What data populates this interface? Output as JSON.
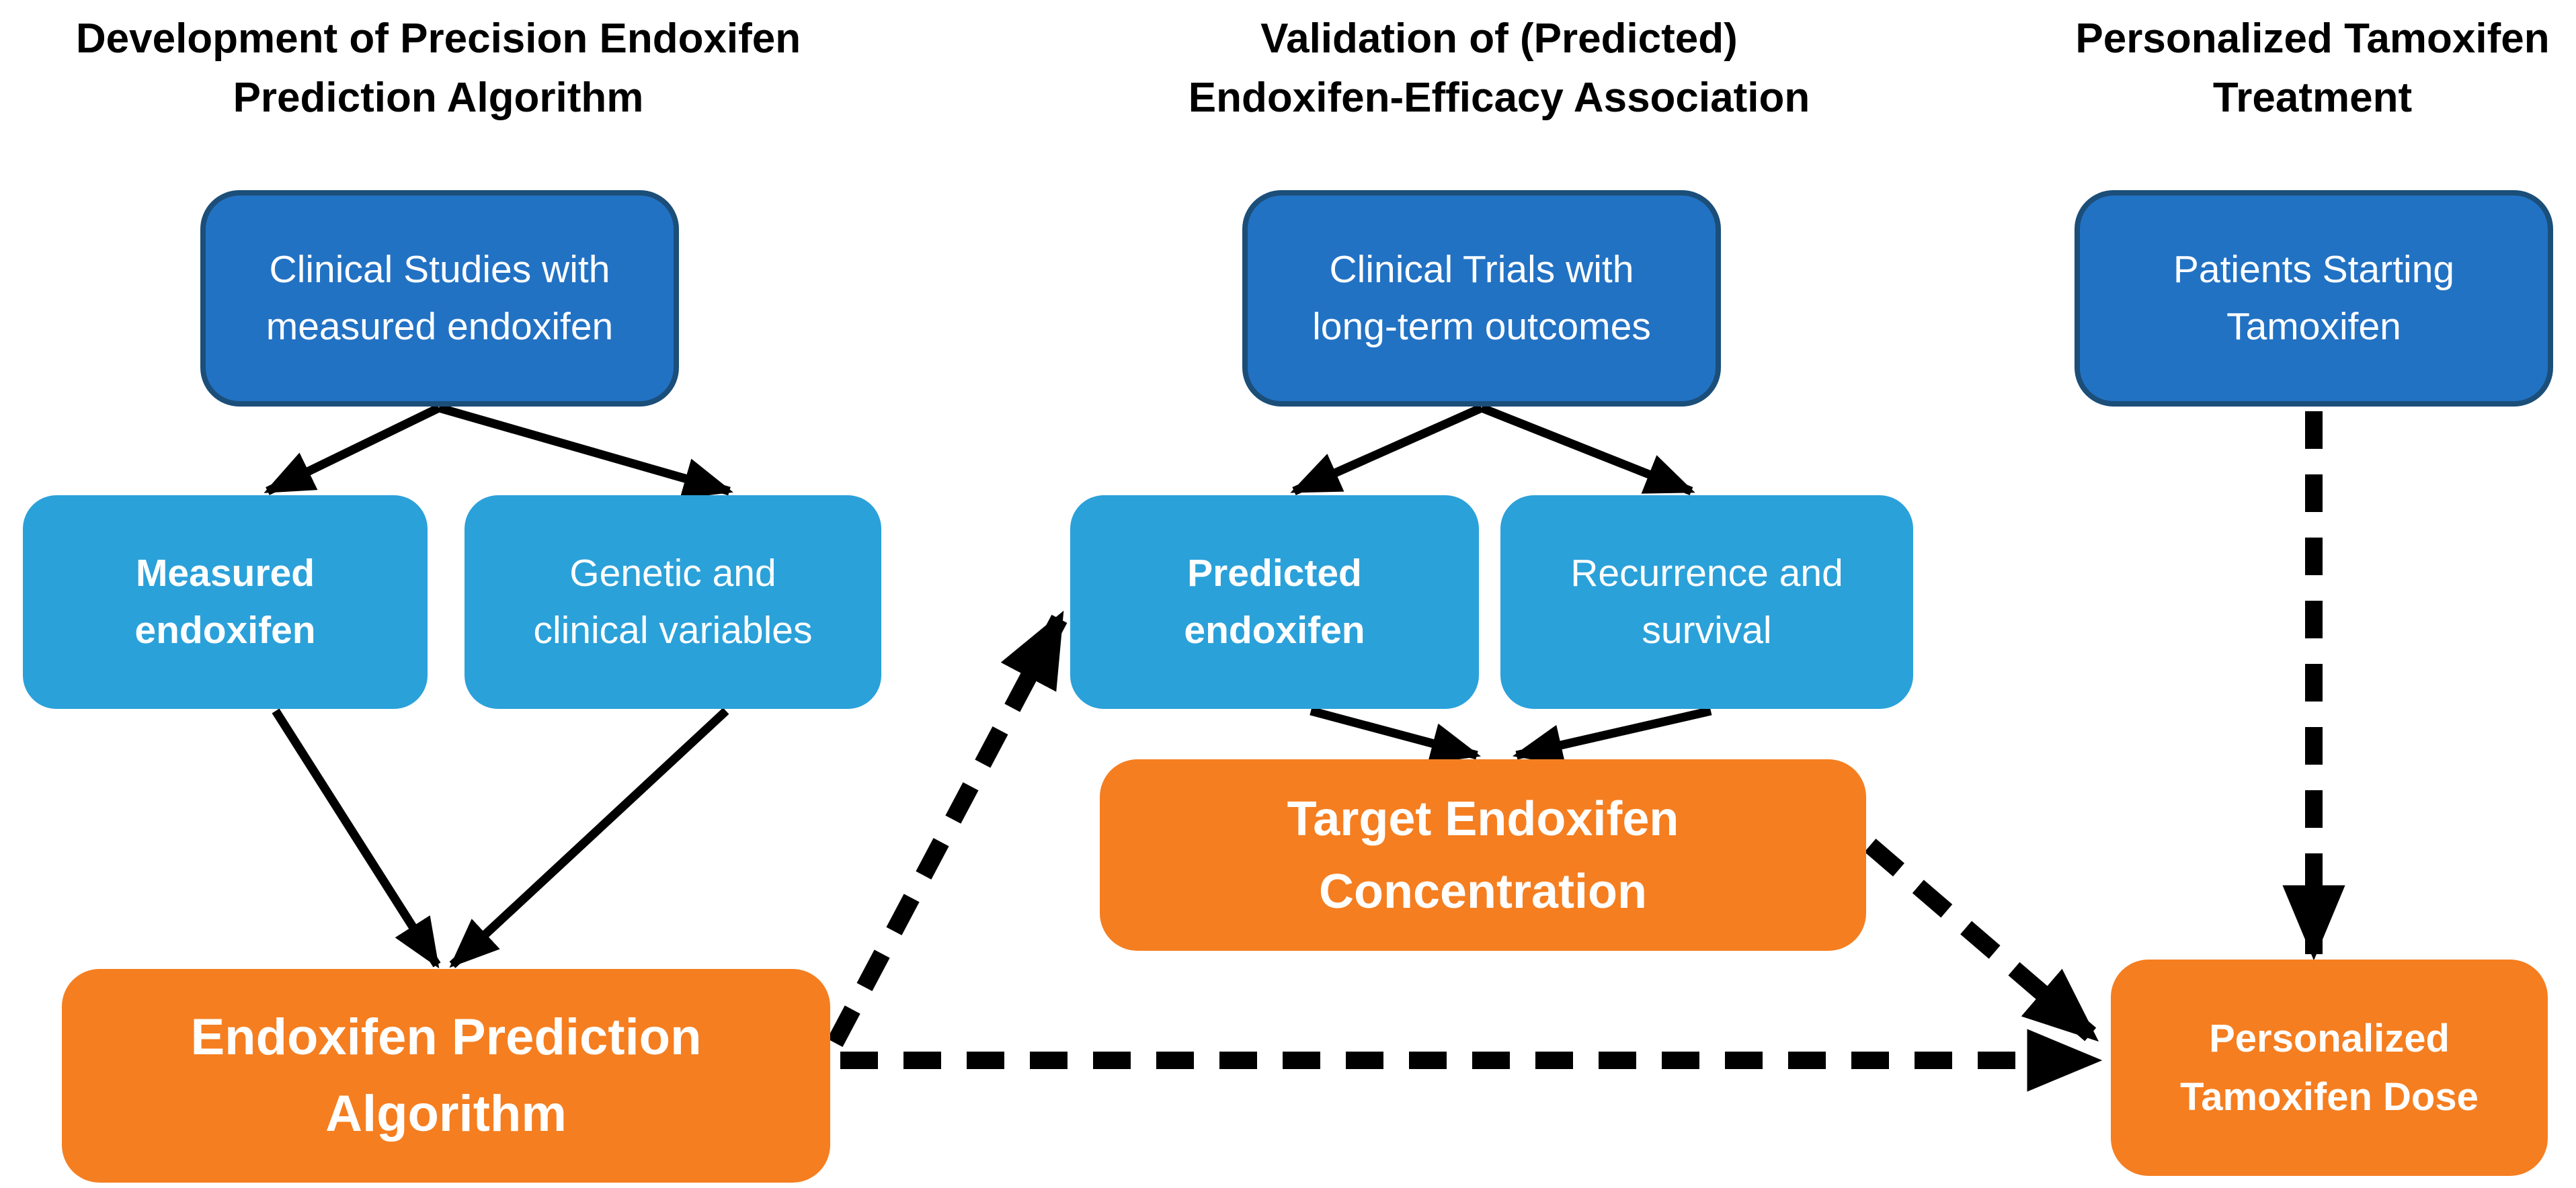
{
  "colors": {
    "background": "#ffffff",
    "dark_blue": "#2272C4",
    "dark_blue_border": "#1B4E79",
    "light_blue": "#2BA1DA",
    "orange": "#F57E20",
    "arrow_black": "#000000",
    "title_text": "#000000",
    "box_text": "#ffffff"
  },
  "titles": {
    "left": {
      "line1": "Development of Precision Endoxifen",
      "line2": "Prediction Algorithm"
    },
    "middle": {
      "line1": "Validation of (Predicted)",
      "line2": "Endoxifen-Efficacy Association"
    },
    "right": {
      "line1": "Personalized Tamoxifen",
      "line2": "Treatment"
    }
  },
  "boxes": {
    "clinical_studies": {
      "line1": "Clinical Studies with",
      "line2": "measured endoxifen"
    },
    "measured_endoxifen": {
      "line1": "Measured",
      "line2": "endoxifen"
    },
    "genetic_clinical": {
      "line1": "Genetic and",
      "line2": "clinical variables"
    },
    "endoxifen_algorithm": {
      "line1": "Endoxifen Prediction",
      "line2": "Algorithm"
    },
    "clinical_trials": {
      "line1": "Clinical Trials with",
      "line2": "long-term outcomes"
    },
    "predicted_endoxifen": {
      "line1": "Predicted",
      "line2": "endoxifen"
    },
    "recurrence_survival": {
      "line1": "Recurrence and",
      "line2": "survival"
    },
    "target_concentration": {
      "line1": "Target Endoxifen",
      "line2": "Concentration"
    },
    "patients_starting": {
      "line1": "Patients Starting",
      "line2": "Tamoxifen"
    },
    "personalized_dose": {
      "line1": "Personalized",
      "line2": "Tamoxifen Dose"
    }
  }
}
